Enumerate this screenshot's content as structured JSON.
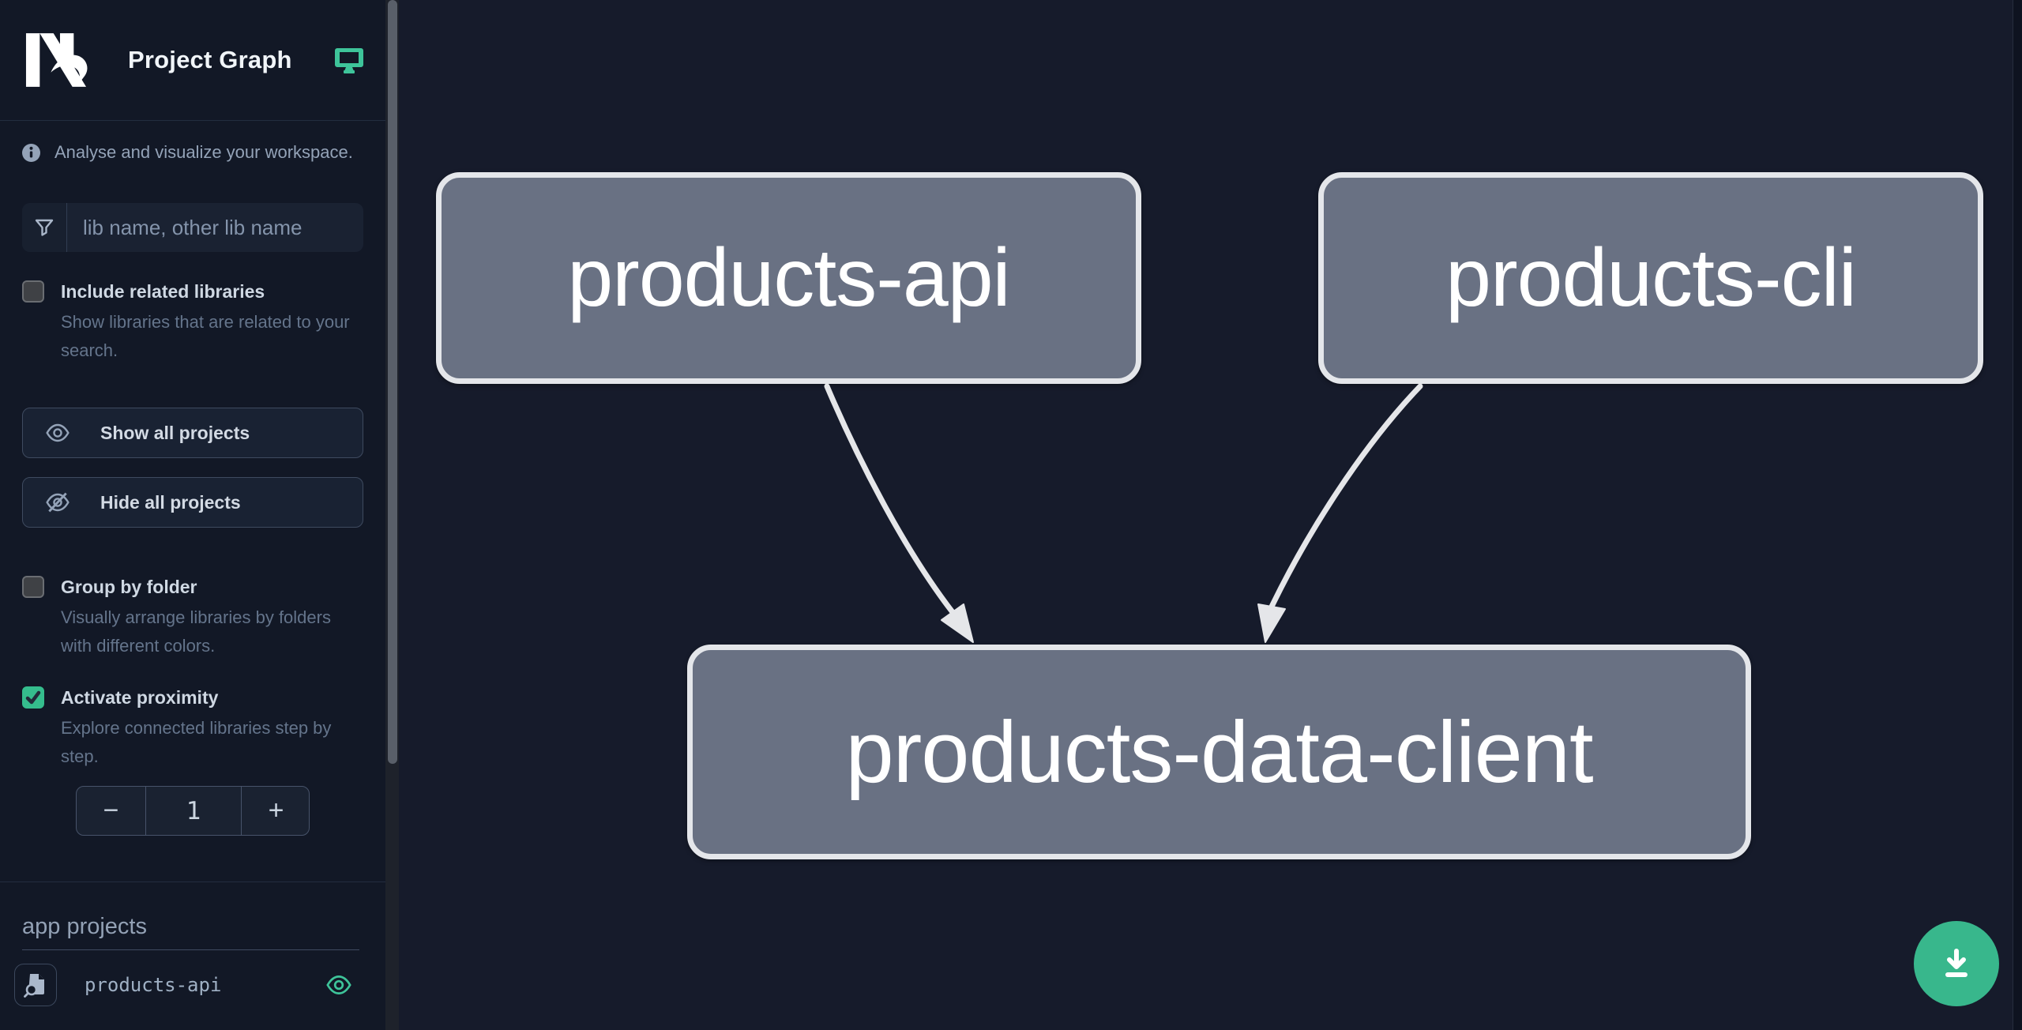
{
  "header": {
    "title": "Project Graph"
  },
  "sidebar": {
    "info_text": "Analyse and visualize your workspace.",
    "search": {
      "placeholder": "lib name, other lib name",
      "value": ""
    },
    "toggles": {
      "include_related": {
        "label": "Include related libraries",
        "description": "Show libraries that are related to your search.",
        "checked": false
      },
      "group_by_folder": {
        "label": "Group by folder",
        "description": "Visually arrange libraries by folders with different colors.",
        "checked": false
      },
      "activate_proximity": {
        "label": "Activate proximity",
        "description": "Explore connected libraries step by step.",
        "checked": true
      }
    },
    "buttons": {
      "show_all": {
        "label": "Show all projects"
      },
      "hide_all": {
        "label": "Hide all projects"
      }
    },
    "proximity_stepper": {
      "decrement_label": "−",
      "value": "1",
      "increment_label": "+"
    },
    "sections": {
      "app_projects": {
        "title": "app projects",
        "items": [
          {
            "name": "products-api",
            "visible": true
          }
        ]
      }
    }
  },
  "graph": {
    "nodes": [
      {
        "label": "products-api"
      },
      {
        "label": "products-cli"
      },
      {
        "label": "products-data-client"
      }
    ],
    "edges": [
      {
        "from": "products-api",
        "to": "products-data-client"
      },
      {
        "from": "products-cli",
        "to": "products-data-client"
      }
    ]
  },
  "colors": {
    "sidebar_bg": "#121826",
    "canvas_bg": "#161b2b",
    "accent_green": "#3ec49a",
    "checkbox_checked": "#35bd8d",
    "fab_green": "#38b78c",
    "node_fill": "#697183",
    "node_border": "#e4e6ea",
    "edge": "#e5e6e9",
    "text_muted": "#64748b",
    "text_label": "#cfd8e3"
  }
}
